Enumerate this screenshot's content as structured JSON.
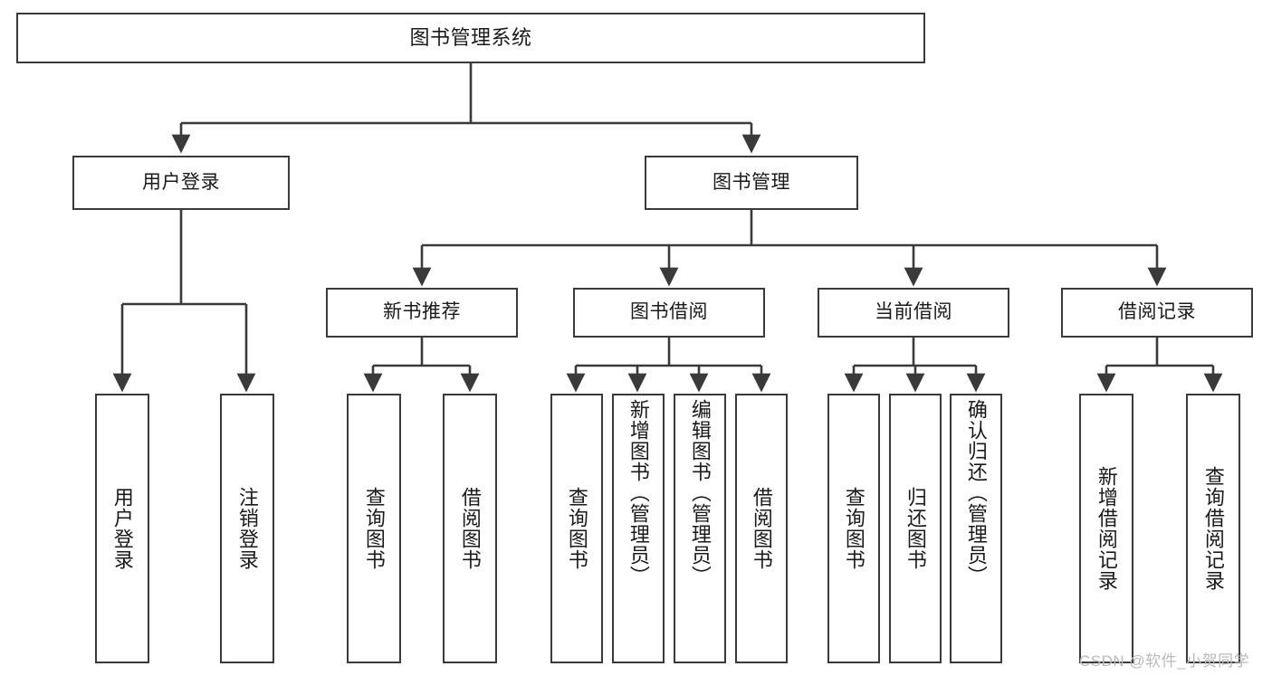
{
  "diagram": {
    "title": "图书管理系统",
    "type": "tree-hierarchy-chart",
    "colors": {
      "box_border": "#3a3a3a",
      "box_fill": "#ffffff",
      "edge": "#3a3a3a",
      "text": "#1a1a1a",
      "watermark": "#b9b9b9"
    },
    "nodes": {
      "root": {
        "label": "图书管理系统"
      },
      "level2": [
        {
          "label": "用户登录"
        },
        {
          "label": "图书管理"
        }
      ],
      "level3": [
        {
          "label": "新书推荐"
        },
        {
          "label": "图书借阅"
        },
        {
          "label": "当前借阅"
        },
        {
          "label": "借阅记录"
        }
      ],
      "leaves": {
        "user_login": [
          {
            "label": "用户登录"
          },
          {
            "label": "注销登录"
          }
        ],
        "new_book_recommend": [
          {
            "label": "查询图书"
          },
          {
            "label": "借阅图书"
          }
        ],
        "book_borrow": [
          {
            "label": "查询图书"
          },
          {
            "label": "新增图书（管理员）"
          },
          {
            "label": "编辑图书（管理员）"
          },
          {
            "label": "借阅图书"
          }
        ],
        "current_borrow": [
          {
            "label": "查询图书"
          },
          {
            "label": "归还图书"
          },
          {
            "label": "确认归还（管理员）"
          }
        ],
        "borrow_record": [
          {
            "label": "新增借阅记录"
          },
          {
            "label": "查询借阅记录"
          }
        ]
      }
    },
    "watermark": "CSDN @软件_小贺同学"
  }
}
